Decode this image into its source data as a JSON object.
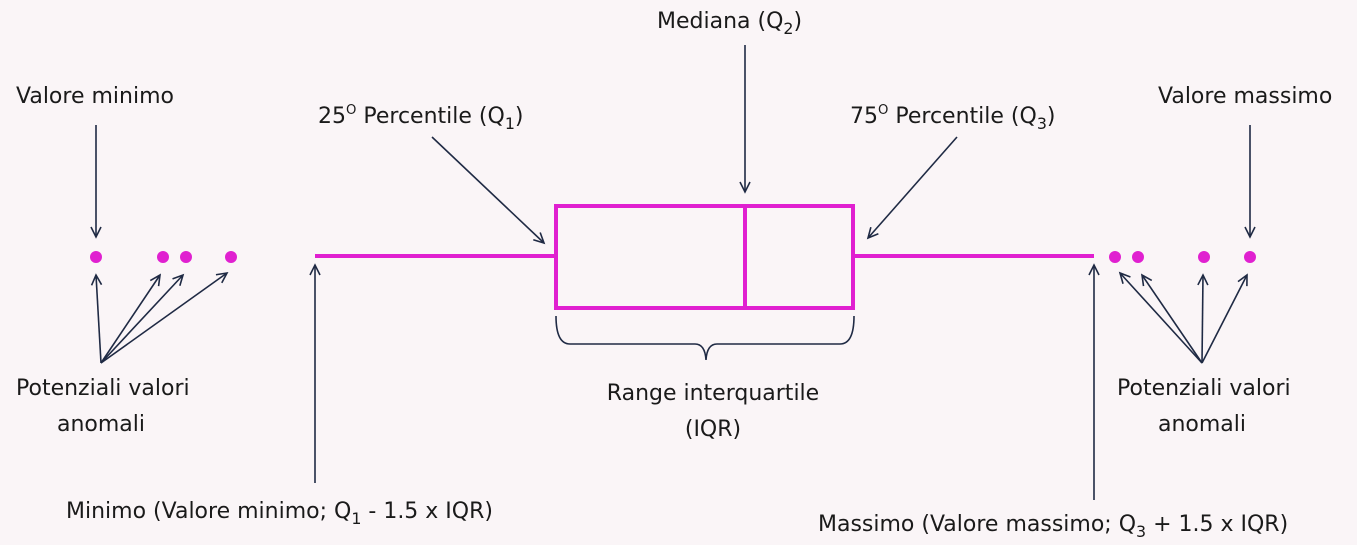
{
  "colors": {
    "box": "#e020d0",
    "arrow": "#1f2a44",
    "background": "#faf5f7",
    "text": "#1a1a1a"
  },
  "labels": {
    "median": {
      "text": "Mediana (Q",
      "sub": "2",
      "close": ")"
    },
    "q1": {
      "text": "25",
      "sup": "O",
      "rest": " Percentile (Q",
      "sub": "1",
      "close": ")"
    },
    "q3": {
      "text": "75",
      "sup": "O",
      "rest": " Percentile (Q",
      "sub": "3",
      "close": ")"
    },
    "min_value": "Valore minimo",
    "max_value": "Valore massimo",
    "outliers_left": {
      "line1": "Potenziali valori",
      "line2": "anomali"
    },
    "outliers_right": {
      "line1": "Potenziali valori",
      "line2": "anomali"
    },
    "iqr": {
      "line1": "Range interquartile",
      "line2": "(IQR)"
    },
    "minimum": {
      "pre": "Minimo (Valore minimo; Q",
      "sub": "1",
      "post": " - 1.5 x IQR)"
    },
    "maximum": {
      "pre": "Massimo (Valore massimo; Q",
      "sub": "3",
      "post": " + 1.5 x IQR)"
    }
  }
}
